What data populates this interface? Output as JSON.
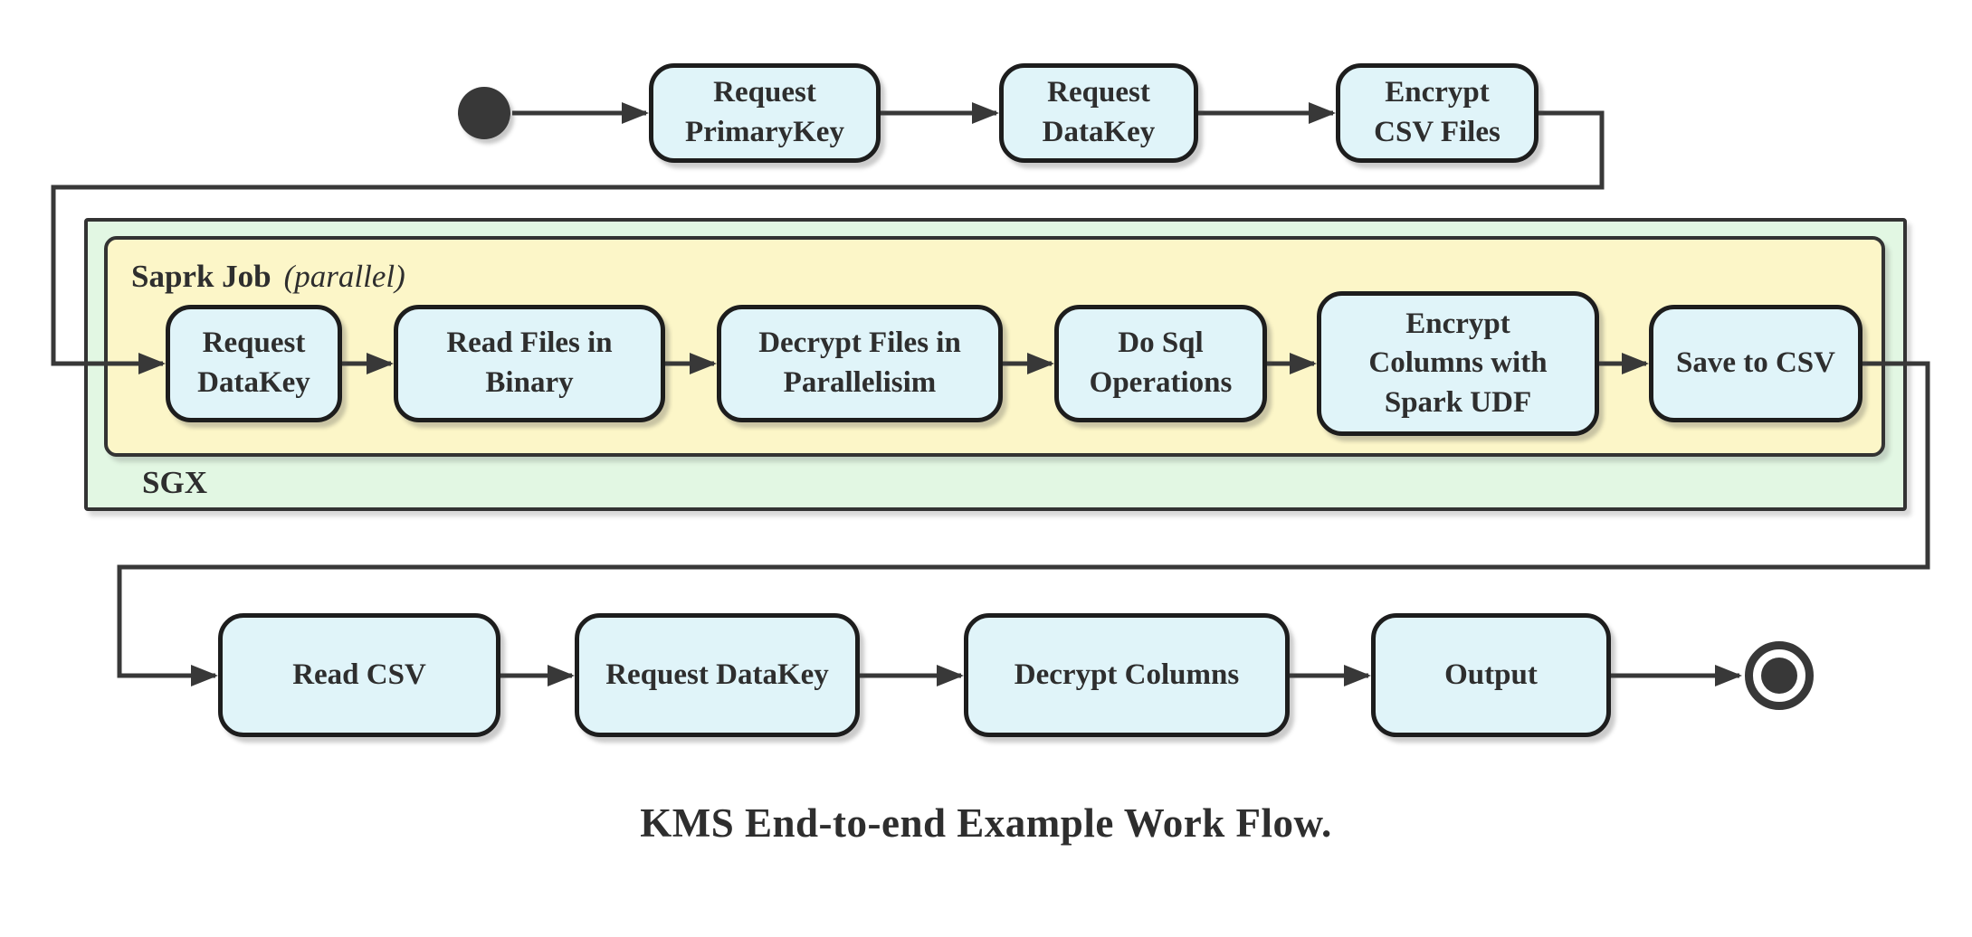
{
  "colors": {
    "line": "#383838",
    "node_fill": "#E0F4F9",
    "node_border": "#1D1D1D",
    "spark_bg": "#FCF6C8",
    "sgx_bg": "#E2F7E3",
    "container_border": "#333333",
    "text": "#2E2E2E"
  },
  "diagram": {
    "caption": "KMS End-to-end Example Work Flow.",
    "containers": {
      "spark": {
        "title": "Saprk Job",
        "subtitle": "(parallel)"
      },
      "sgx": {
        "title": "SGX"
      }
    },
    "nodes": {
      "top1": {
        "label": "Request\nPrimaryKey"
      },
      "top2": {
        "label": "Request\nDataKey"
      },
      "top3": {
        "label": "Encrypt\nCSV Files"
      },
      "mid1": {
        "label": "Request\nDataKey"
      },
      "mid2": {
        "label": "Read Files in\nBinary"
      },
      "mid3": {
        "label": "Decrypt Files in\nParallelisim"
      },
      "mid4": {
        "label": "Do Sql\nOperations"
      },
      "mid5": {
        "label": "Encrypt\nColumns with\nSpark UDF"
      },
      "mid6": {
        "label": "Save to CSV"
      },
      "bot1": {
        "label": "Read CSV"
      },
      "bot2": {
        "label": "Request DataKey"
      },
      "bot3": {
        "label": "Decrypt Columns"
      },
      "bot4": {
        "label": "Output"
      }
    }
  }
}
